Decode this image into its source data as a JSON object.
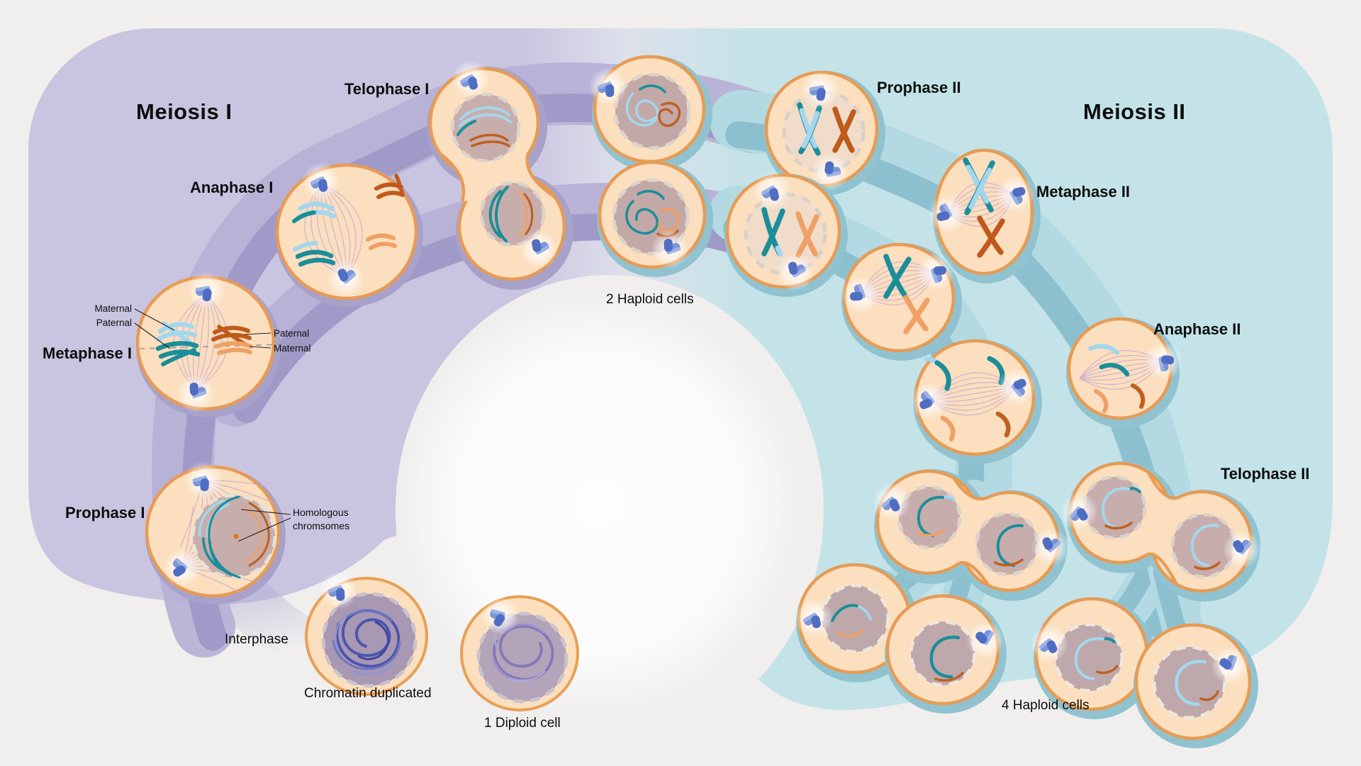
{
  "sections": {
    "meiosis1": "Meiosis I",
    "meiosis2": "Meiosis II"
  },
  "stages": {
    "interphase": "Interphase",
    "prophase1": "Prophase I",
    "metaphase1": "Metaphase I",
    "anaphase1": "Anaphase I",
    "telophase1": "Telophase I",
    "prophase2": "Prophase II",
    "metaphase2": "Metaphase II",
    "anaphase2": "Anaphase II",
    "telophase2": "Telophase II"
  },
  "captions": {
    "chromatin_duplicated": "Chromatin duplicated",
    "diploid_cell": "1 Diploid cell",
    "haploid_2": "2 Haploid cells",
    "haploid_4": "4 Haploid cells"
  },
  "annotations": {
    "maternal_left": "Maternal",
    "paternal_left": "Paternal",
    "paternal_right": "Paternal",
    "maternal_right": "Maternal",
    "homologous_1": "Homologous",
    "homologous_2": "chromsomes"
  },
  "colors": {
    "page_background": "#f0efee",
    "meiosis1_region": "#c9c5e0",
    "meiosis1_track_light": "#b7b1d6",
    "meiosis1_track_dark": "#a09ac8",
    "meiosis2_region": "#c3e3e8",
    "meiosis2_track_light": "#b3dae2",
    "meiosis2_track_dark": "#8dc0cf",
    "cell_fill": "#fbdfbe",
    "cell_border": "#e69b55",
    "cell_ring_meiosis1": "#a8a1ca",
    "cell_ring_meiosis2": "#90c3cf",
    "nucleus_fill": "#c5abab",
    "chromosome_teal_dark": "#1a8e9a",
    "chromosome_blue_light": "#a3d7ee",
    "chromosome_orange_dark": "#c05a1a",
    "chromosome_orange_light": "#f0a065",
    "centrosome_blue": "#4f6dc2",
    "spindle_fiber": "#c9a6d6"
  }
}
